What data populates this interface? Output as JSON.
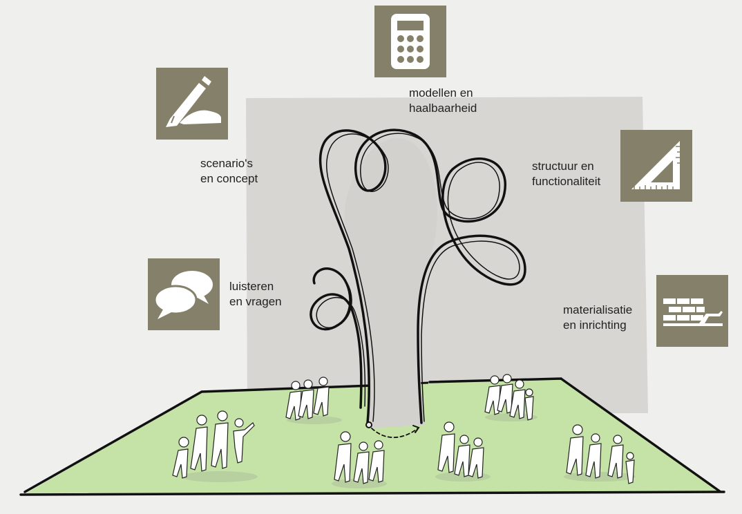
{
  "colors": {
    "background": "#efefee",
    "panel": "#d7d6d2",
    "field": "#c6e3a7",
    "tile": "#858069",
    "ink": "#111111"
  },
  "steps": [
    {
      "id": "scenarios",
      "icon": "pencil-hand-icon",
      "label": "scenario's\nen concept"
    },
    {
      "id": "models",
      "icon": "calculator-icon",
      "label": "modellen en\nhaalbaarheid"
    },
    {
      "id": "structure",
      "icon": "set-square-icon",
      "label": "structuur en\nfunctionaliteit"
    },
    {
      "id": "listen",
      "icon": "speech-bubbles-icon",
      "label": "luisteren\nen vragen"
    },
    {
      "id": "materials",
      "icon": "bricks-trowel-icon",
      "label": "materialisatie\nen inrichting"
    }
  ]
}
